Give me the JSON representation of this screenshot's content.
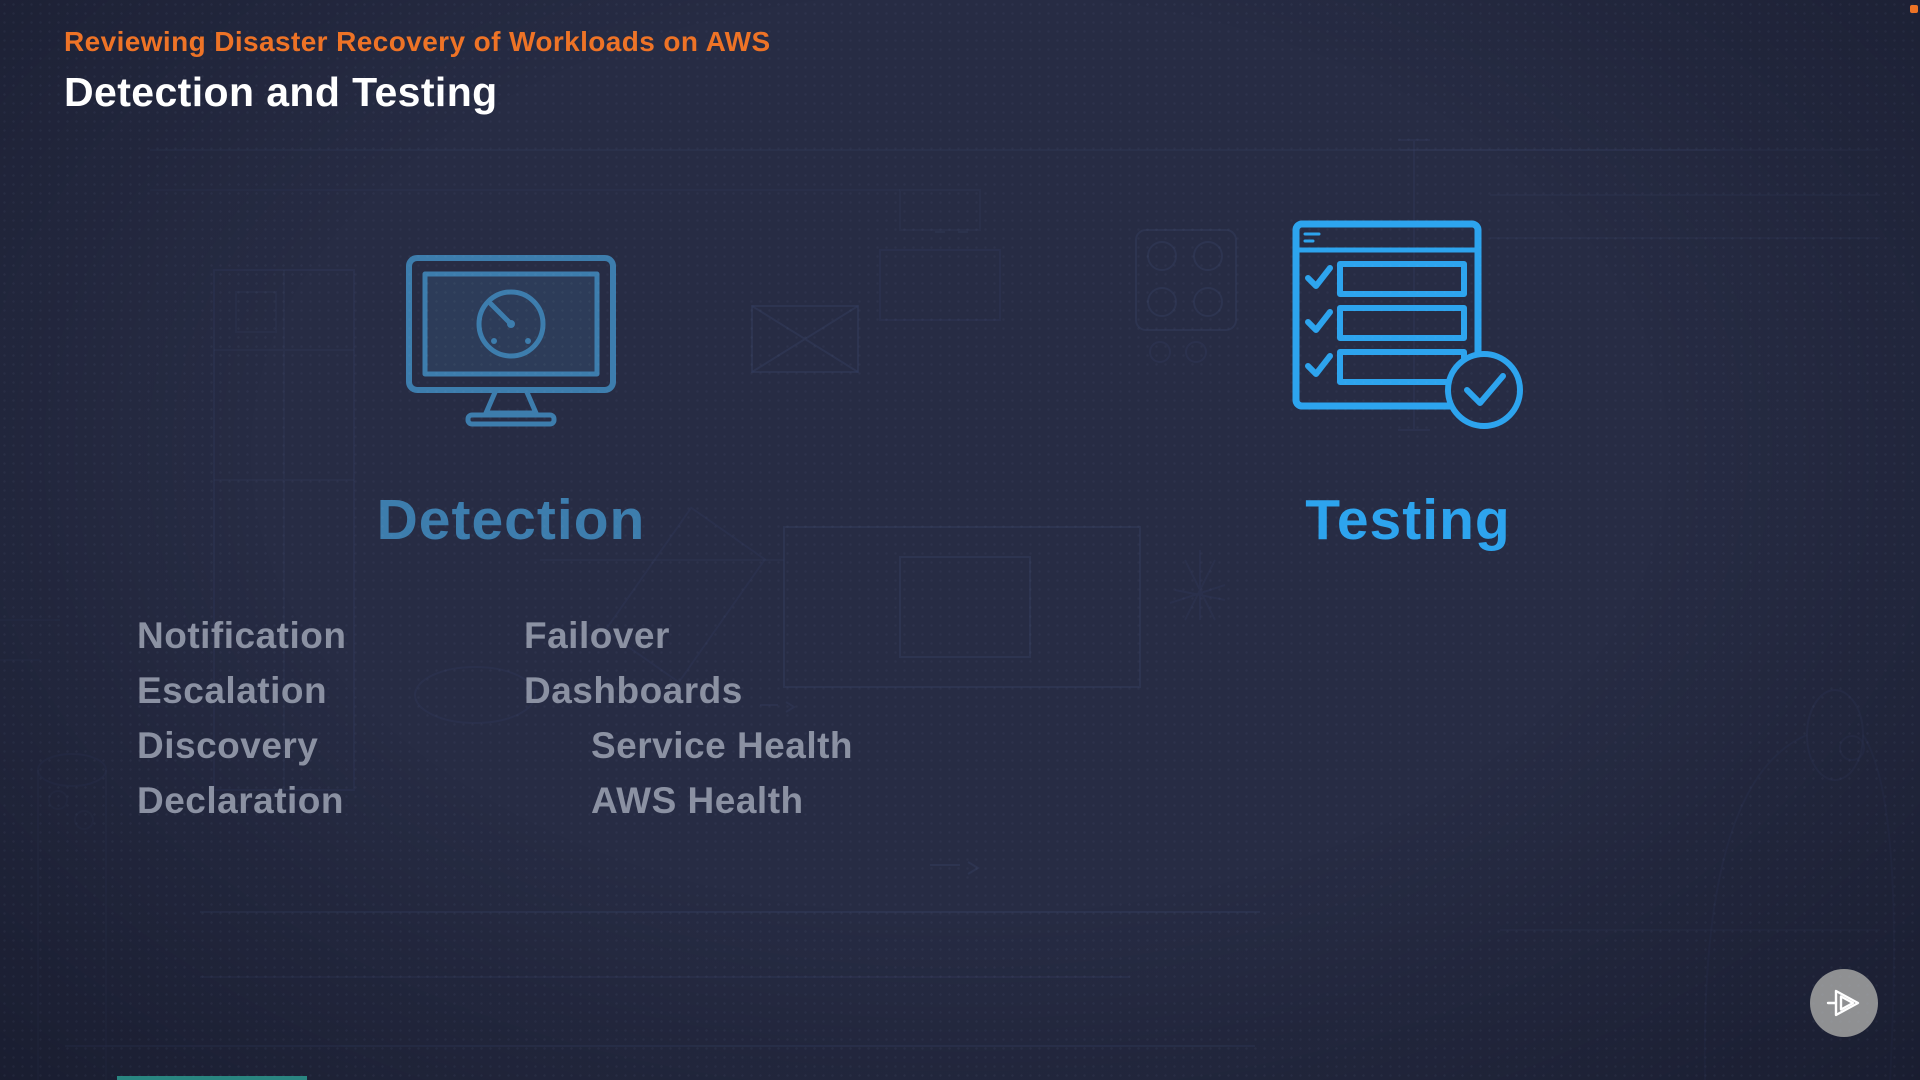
{
  "header": {
    "course_title": "Reviewing Disaster Recovery of Workloads on AWS",
    "slide_title": "Detection and Testing"
  },
  "sections": {
    "detection": {
      "label": "Detection",
      "icon": "monitor-gauge-icon",
      "color": "#3d7dad"
    },
    "testing": {
      "label": "Testing",
      "icon": "checklist-check-icon",
      "color": "#2da4ee"
    }
  },
  "lists": {
    "left": [
      "Notification",
      "Escalation",
      "Discovery",
      "Declaration"
    ],
    "right": [
      "Failover",
      "Dashboards",
      "Service Health",
      "AWS Health"
    ]
  },
  "branding": {
    "logo": "pluralsight-play-logo"
  },
  "colors": {
    "background": "#272c44",
    "accent_orange": "#ee7326",
    "detection_blue": "#3d7dad",
    "testing_blue": "#2da4ee",
    "list_gray": "#8b91a2",
    "title_white": "#ffffff"
  }
}
